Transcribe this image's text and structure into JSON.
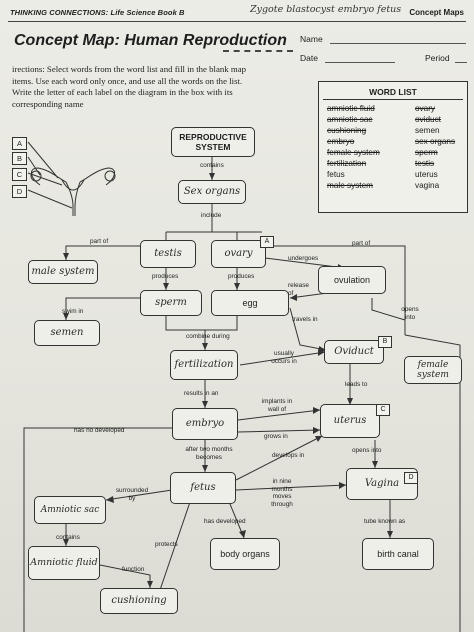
{
  "header": {
    "book": "THINKING CONNECTIONS: Life Science Book B",
    "scribble": "Zygote blastocyst embryo fetus",
    "section": "Concept Maps"
  },
  "title": "Concept Map: Human Reproduction",
  "fields": {
    "name_label": "Name",
    "date_label": "Date",
    "period_label": "Period"
  },
  "instructions": "irections: Select words from the word list and fill in the blank map items. Use each word only once, and use all the words on the list. Write the letter of each label on the diagram in the box with its corresponding name",
  "word_list": {
    "title": "WORD LIST",
    "left": [
      "amniotic fluid",
      "amniotic sac",
      "cushioning",
      "embryo",
      "female system",
      "fertilization",
      "fetus",
      "male system"
    ],
    "right": [
      "ovary",
      "oviduct",
      "semen",
      "sex organs",
      "sperm",
      "testis",
      "uterus",
      "vagina"
    ]
  },
  "diagram_letters": [
    "A",
    "B",
    "C",
    "D"
  ],
  "nodes": {
    "reproductive_system": "REPRODUCTIVE SYSTEM",
    "sex_organs": "Sex organs",
    "testis": "testis",
    "ovary": "ovary",
    "male_system": "male system",
    "ovulation": "ovulation",
    "sperm": "sperm",
    "egg": "egg",
    "semen": "semen",
    "oviduct": "Oviduct",
    "female_system": "female system",
    "fertilization": "fertilization",
    "embryo": "embryo",
    "uterus": "uterus",
    "fetus": "fetus",
    "vagina": "Vagina",
    "amniotic_sac": "Amniotic sac",
    "amniotic_fluid": "Amniotic fluid",
    "body_organs": "body organs",
    "birth_canal": "birth canal",
    "cushioning": "cushioning"
  },
  "box_letters": {
    "ovary": "A",
    "oviduct": "B",
    "uterus": "C",
    "vagina": "D"
  },
  "links": {
    "contains": "contains",
    "include": "include",
    "part_of_left": "part of",
    "part_of_right": "part of",
    "undergoes": "undergoes",
    "produces_1": "produces",
    "produces_2": "produces",
    "release_of": "release of",
    "swim_in": "swim in",
    "opens_into_1": "opens into",
    "travels_in": "travels in",
    "combine_during": "combine during",
    "usually_occurs_in": "usually occurs in",
    "leads_to": "leads to",
    "results_in_an": "results in an",
    "implants_in_wall_of": "implants in wall of",
    "has_no_developed": "has no developed",
    "grows_in": "grows in",
    "after_two_months_becomes": "after two months becomes",
    "develops_in": "develops in",
    "opens_into_2": "opens into",
    "surrounded_by": "surrounded by",
    "in_nine_months_moves_through": "in nine months moves through",
    "has_developed": "has developed",
    "tube_known_as": "tube known as",
    "contains_2": "contains",
    "protects": "protects",
    "function": "function"
  }
}
